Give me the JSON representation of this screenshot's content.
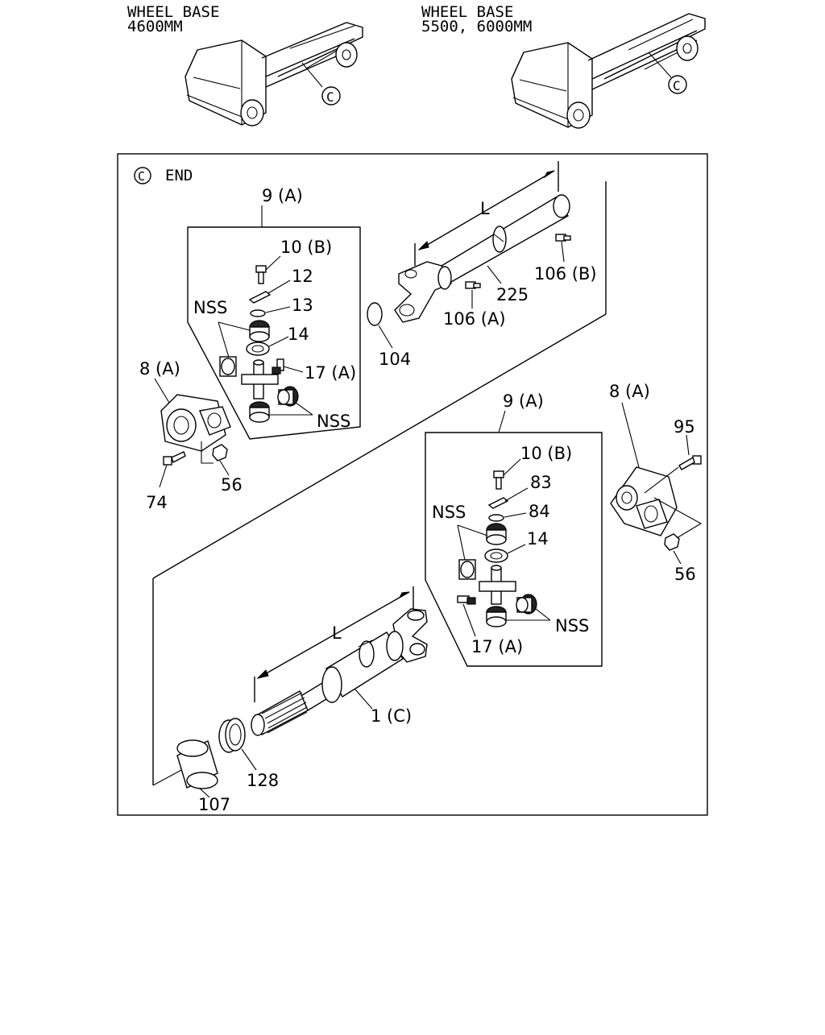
{
  "header": {
    "left": {
      "line1": "WHEEL BASE",
      "line2": "4600MM",
      "callout": "C"
    },
    "right": {
      "line1": "WHEEL BASE",
      "line2": "5500, 6000MM",
      "callout": "C"
    }
  },
  "detail": {
    "marker": "C",
    "title": "END"
  },
  "labels": {
    "p9a_top": "9 (A)",
    "p10b_top": "10 (B)",
    "p12": "12",
    "p13": "13",
    "p14_top": "14",
    "p17a_top": "17 (A)",
    "nss_top1": "NSS",
    "nss_top2": "NSS",
    "p8a_left": "8 (A)",
    "p74": "74",
    "p56_left": "56",
    "dim_l_top": "L",
    "p225": "225",
    "p106b": "106 (B)",
    "p106a": "106 (A)",
    "p104": "104",
    "p9a_bot": "9 (A)",
    "p10b_bot": "10 (B)",
    "p83": "83",
    "p84": "84",
    "p14_bot": "14",
    "nss_bot1": "NSS",
    "nss_bot2": "NSS",
    "p17a_bot": "17 (A)",
    "p8a_right": "8 (A)",
    "p95": "95",
    "p56_right": "56",
    "dim_l_bot": "L",
    "p1c": "1 (C)",
    "p128": "128",
    "p107": "107"
  }
}
